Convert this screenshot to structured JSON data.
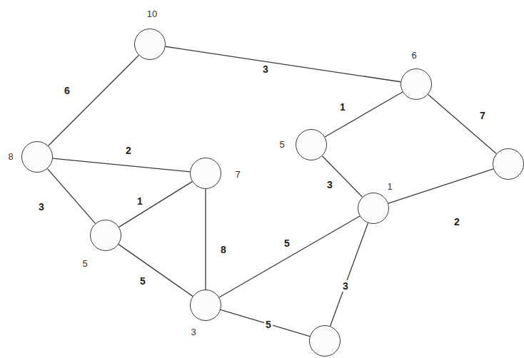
{
  "diagram": {
    "nodes": [
      {
        "text": [
          "10"
        ]
      },
      {
        "text": [
          "8"
        ]
      },
      {
        "text": [
          "7"
        ]
      },
      {
        "text": [
          "5"
        ]
      },
      {
        "text": [
          "3"
        ]
      },
      {
        "text": [
          "6"
        ]
      },
      {
        "text": [
          "5"
        ]
      },
      {
        "text": [
          "1"
        ]
      },
      {
        "text": []
      },
      {
        "text": []
      }
    ],
    "edges": [
      {
        "from": 0,
        "to": 1,
        "arrow": "none",
        "label": "6"
      },
      {
        "from": 0,
        "to": 5,
        "arrow": "none",
        "label": "3"
      },
      {
        "from": 5,
        "to": 6,
        "arrow": "none",
        "label": "1"
      },
      {
        "from": 5,
        "to": 8,
        "arrow": "none",
        "label": "7"
      },
      {
        "from": 1,
        "to": 2,
        "arrow": "none",
        "label": "2"
      },
      {
        "from": 1,
        "to": 3,
        "arrow": "none",
        "label": "3"
      },
      {
        "from": 3,
        "to": 2,
        "arrow": "none",
        "label": "1"
      },
      {
        "from": 2,
        "to": 4,
        "arrow": "none",
        "label": "8"
      },
      {
        "from": 3,
        "to": 4,
        "arrow": "none",
        "label": "5"
      },
      {
        "from": 6,
        "to": 7,
        "arrow": "none",
        "label": "3"
      },
      {
        "from": 7,
        "to": 8,
        "arrow": "none",
        "label": "2"
      },
      {
        "from": 4,
        "to": 7,
        "arrow": "none",
        "label": "5"
      },
      {
        "from": 7,
        "to": 9,
        "arrow": "none",
        "label": "3"
      },
      {
        "from": 4,
        "to": 9,
        "arrow": "none",
        "label": "5"
      }
    ]
  }
}
